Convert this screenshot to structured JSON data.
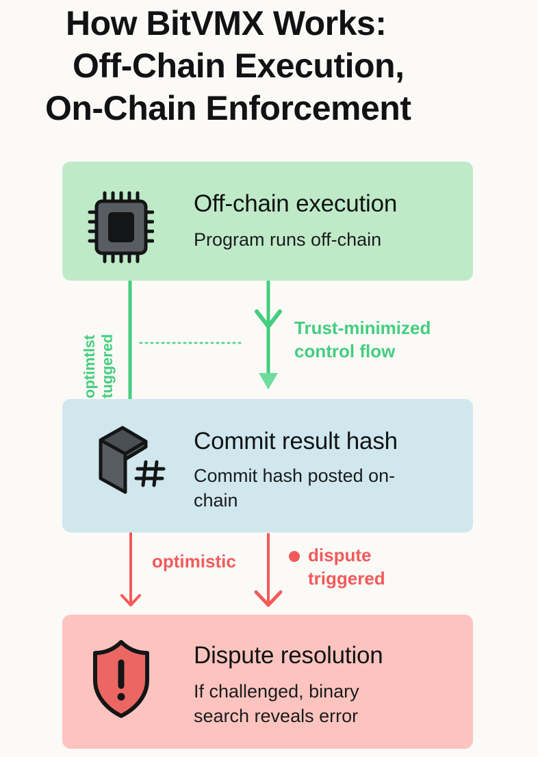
{
  "title": {
    "line1": "How BitVMX Works:",
    "line2": "Off-Chain Execution,",
    "line3": "On-Chain Enforcement"
  },
  "steps": [
    {
      "heading": "Off-chain execution",
      "description": "Program runs off-chain",
      "icon": "cpu-chip-icon",
      "background": "#bfeac8"
    },
    {
      "heading": "Commit result hash",
      "description": "Commit hash posted on-chain",
      "icon": "hash-block-icon",
      "background": "#d0e7ee"
    },
    {
      "heading": "Dispute resolution",
      "description": "If challenged, binary search reveals error",
      "icon": "shield-alert-icon",
      "background": "#fdc4bf"
    }
  ],
  "connectors": {
    "top": {
      "side_label_line1": "optimtlst",
      "side_label_line2": "tuggered",
      "main_label_line1": "Trust-minimized",
      "main_label_line2": "control flow",
      "color": "#44cd7f"
    },
    "bottom": {
      "left_label": "optimistic",
      "right_label_line1": "dispute",
      "right_label_line2": "triggered",
      "color": "#f25a5a"
    }
  }
}
